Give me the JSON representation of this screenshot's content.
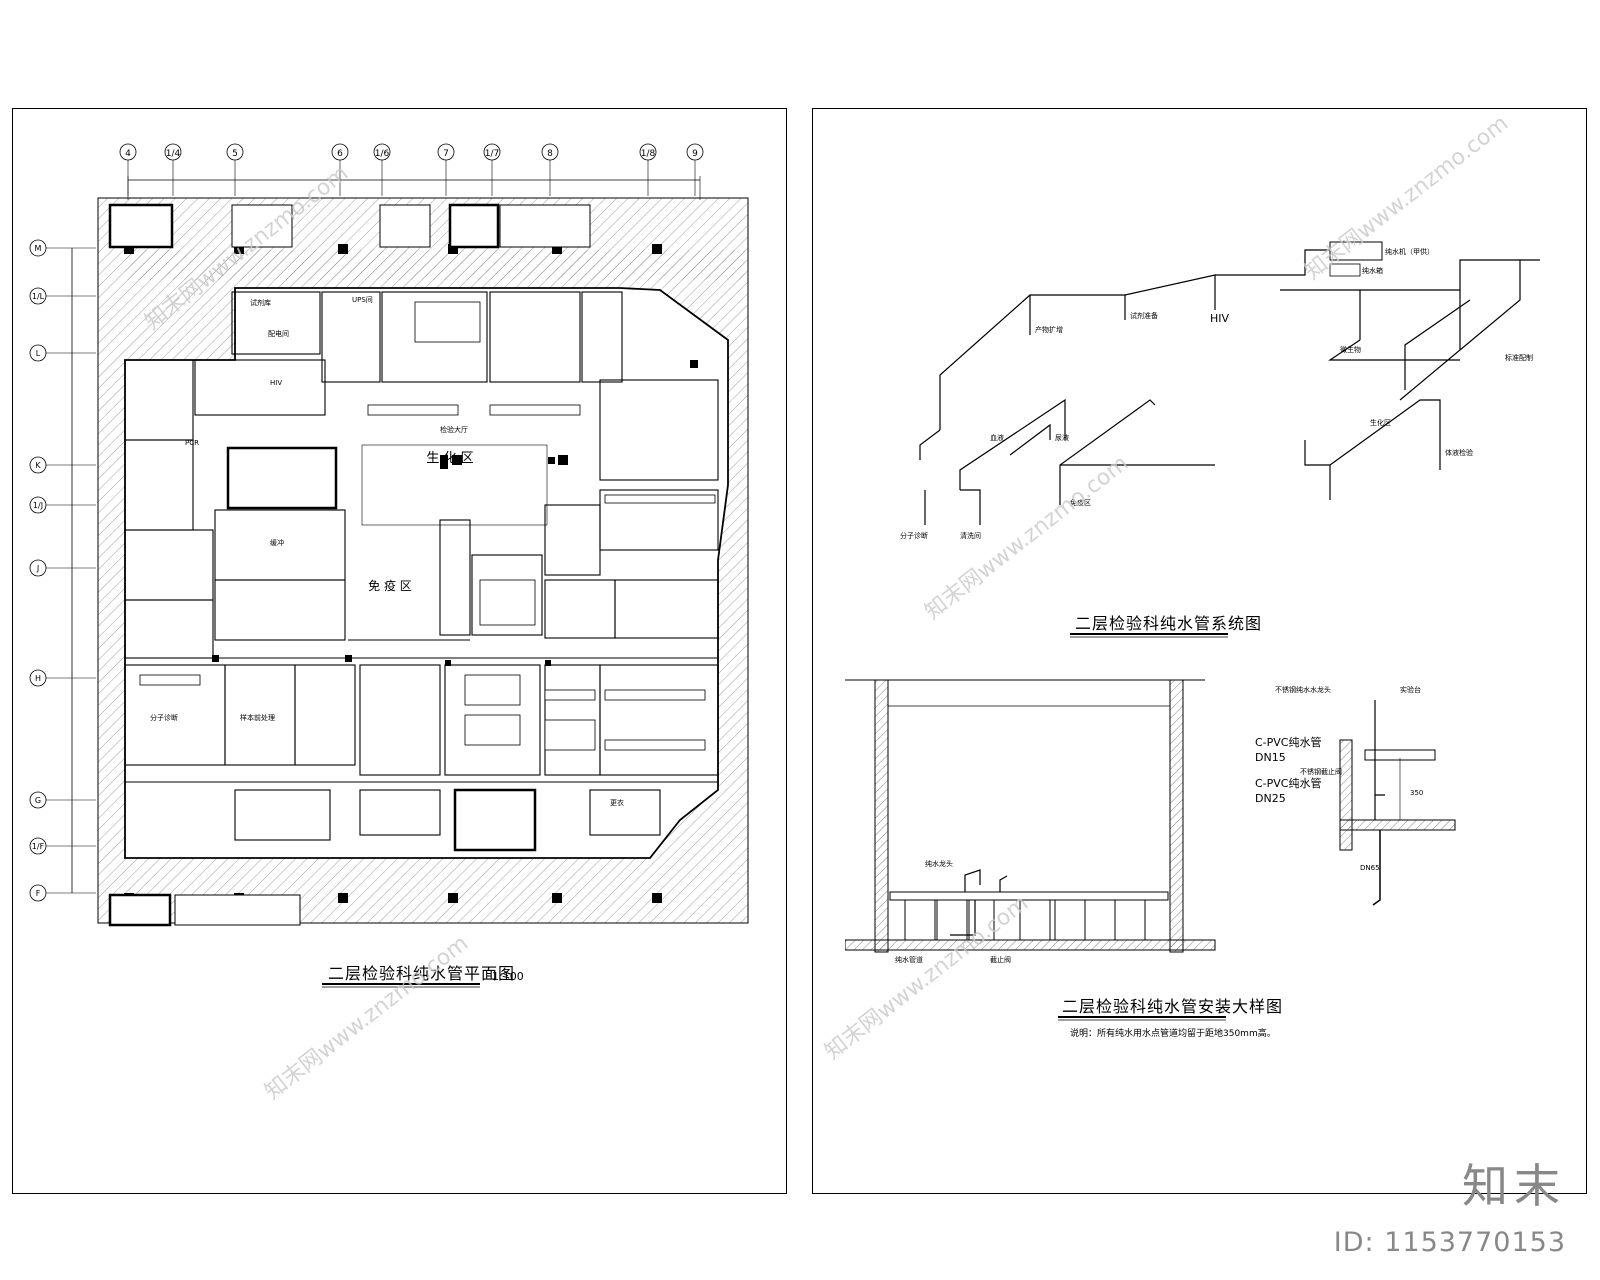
{
  "plan": {
    "title": "二层检验科纯水管平面图",
    "scale": "1:100",
    "grid_cols": [
      "4",
      "1/4",
      "5",
      "6",
      "1/6",
      "7",
      "1/7",
      "8",
      "1/8",
      "9"
    ],
    "grid_rows": [
      "M",
      "1/L",
      "L",
      "K",
      "1/J",
      "J",
      "H",
      "G",
      "1/F",
      "F"
    ],
    "zones": [
      "生 化 区",
      "免 疫 区"
    ],
    "rooms": [
      "HIV",
      "UPS间",
      "试剂库",
      "配电间",
      "分子诊断",
      "样本前处理",
      "检验大厅",
      "PCR",
      "缓冲",
      "更衣"
    ]
  },
  "system": {
    "title": "二层检验科纯水管系统图",
    "labels": [
      "纯水机（甲供）",
      "纯水箱",
      "HIV",
      "微生物",
      "产物扩增",
      "试剂准备",
      "生化区",
      "免疫区",
      "血液",
      "尿液",
      "分子诊断",
      "清洗间",
      "体液检验",
      "标准配制"
    ]
  },
  "detail": {
    "title": "二层检验科纯水管安装大样图",
    "note": "说明：所有纯水用水点管道均留于距地350mm高。",
    "labels": [
      "不锈钢纯水水龙头",
      "实验台",
      "C-PVC纯水管",
      "DN15",
      "不锈钢截止阀",
      "C-PVC纯水管",
      "DN25",
      "350",
      "DN65",
      "纯水龙头",
      "纯水管道",
      "截止阀"
    ]
  },
  "brand": {
    "logo": "知末",
    "id": "ID: 1153770153",
    "watermark": "知末网www.znzmo.com"
  }
}
